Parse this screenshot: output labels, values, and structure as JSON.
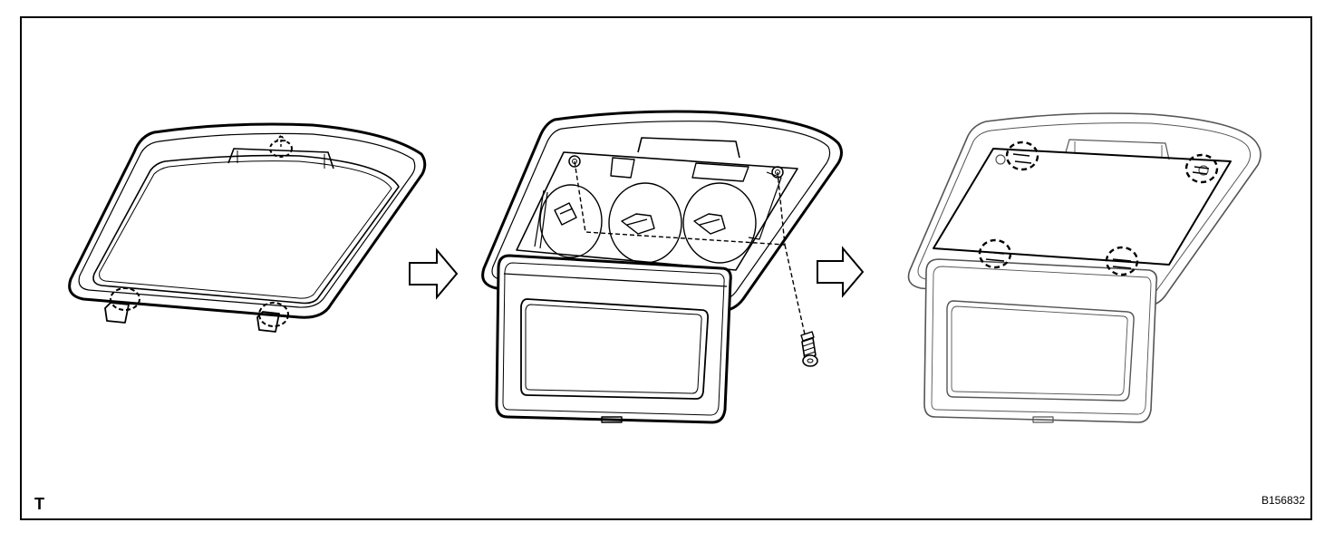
{
  "figure": {
    "corner_mark": "T",
    "figure_code": "B156832",
    "colors": {
      "line": "#000000",
      "background": "#ffffff",
      "faint_line": "#555555"
    }
  },
  "steps": [
    {
      "id": "step-1",
      "parts": [
        "cover-panel",
        "claws"
      ]
    },
    {
      "id": "step-2",
      "parts": [
        "monitor-assembly",
        "screws"
      ]
    },
    {
      "id": "step-3",
      "parts": [
        "monitor-assembly",
        "clips"
      ]
    }
  ],
  "arrows": [
    {
      "from": "step-1",
      "to": "step-2",
      "icon": "outline-arrow-right-icon"
    },
    {
      "from": "step-2",
      "to": "step-3",
      "icon": "outline-arrow-right-icon"
    }
  ]
}
